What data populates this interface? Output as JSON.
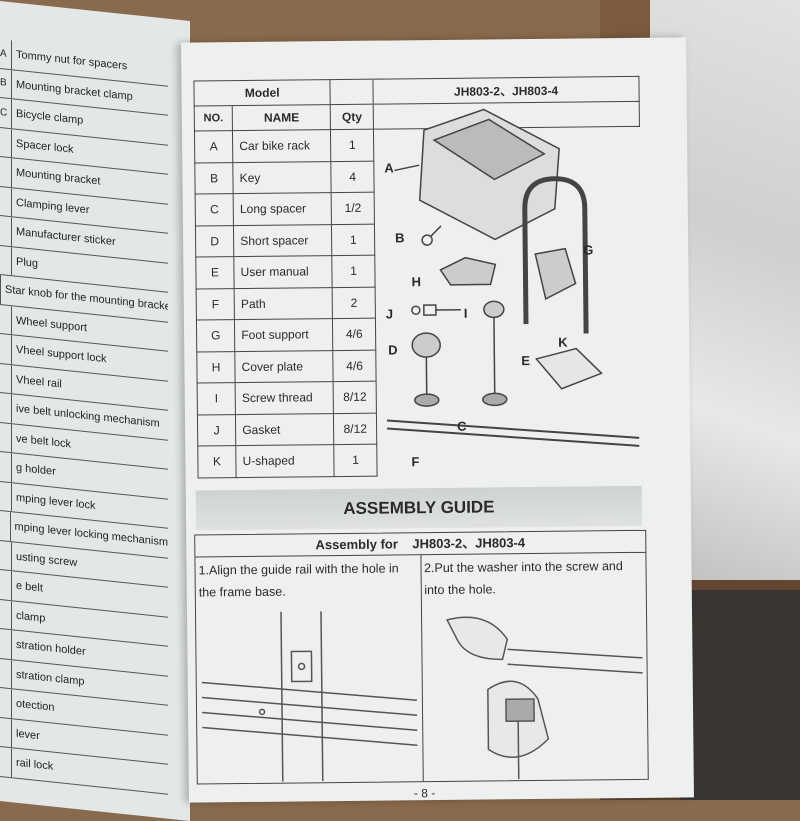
{
  "left_page": {
    "items": [
      {
        "letter": "A",
        "text": "Tommy nut for spacers"
      },
      {
        "letter": "B",
        "text": "Mounting bracket clamp"
      },
      {
        "letter": "C",
        "text": "Bicycle clamp"
      },
      {
        "letter": "",
        "text": "Spacer lock"
      },
      {
        "letter": "",
        "text": "Mounting bracket"
      },
      {
        "letter": "",
        "text": "Clamping lever"
      },
      {
        "letter": "",
        "text": "Manufacturer sticker"
      },
      {
        "letter": "",
        "text": "Plug"
      },
      {
        "letter": "",
        "text": "Star knob for the mounting bracket"
      },
      {
        "letter": "",
        "text": "Wheel support"
      },
      {
        "letter": "",
        "text": "Vheel support lock"
      },
      {
        "letter": "",
        "text": "Vheel rail"
      },
      {
        "letter": "",
        "text": "ive belt unlocking mechanism"
      },
      {
        "letter": "",
        "text": "ve belt lock"
      },
      {
        "letter": "",
        "text": "g holder"
      },
      {
        "letter": "",
        "text": "mping lever lock"
      },
      {
        "letter": "",
        "text": "mping lever locking mechanism"
      },
      {
        "letter": "",
        "text": "usting screw"
      },
      {
        "letter": "",
        "text": "e belt"
      },
      {
        "letter": "",
        "text": "clamp"
      },
      {
        "letter": "",
        "text": "stration holder"
      },
      {
        "letter": "",
        "text": "stration clamp"
      },
      {
        "letter": "",
        "text": "otection"
      },
      {
        "letter": "",
        "text": "lever"
      },
      {
        "letter": "",
        "text": "rail lock"
      }
    ]
  },
  "parts_table": {
    "model_label": "Model",
    "model_value": "JH803-2、JH803-4",
    "headers": [
      "NO.",
      "NAME",
      "Qty"
    ],
    "rows": [
      [
        "A",
        "Car bike rack",
        "1"
      ],
      [
        "B",
        "Key",
        "4"
      ],
      [
        "C",
        "Long spacer",
        "1/2"
      ],
      [
        "D",
        "Short spacer",
        "1"
      ],
      [
        "E",
        "User manual",
        "1"
      ],
      [
        "F",
        "Path",
        "2"
      ],
      [
        "G",
        "Foot support",
        "4/6"
      ],
      [
        "H",
        "Cover plate",
        "4/6"
      ],
      [
        "I",
        "Screw thread",
        "8/12"
      ],
      [
        "J",
        "Gasket",
        "8/12"
      ],
      [
        "K",
        "U-shaped",
        "1"
      ]
    ],
    "diagram_labels": [
      "A",
      "B",
      "C",
      "D",
      "E",
      "F",
      "G",
      "H",
      "I",
      "J",
      "K"
    ]
  },
  "assembly": {
    "title": "ASSEMBLY GUIDE",
    "for_label": "Assembly for",
    "for_model": "JH803-2、JH803-4",
    "steps": [
      "1.Align the guide rail with the hole in the frame base.",
      "2.Put the washer into the screw and into the hole."
    ]
  },
  "page_number": "- 8 -"
}
